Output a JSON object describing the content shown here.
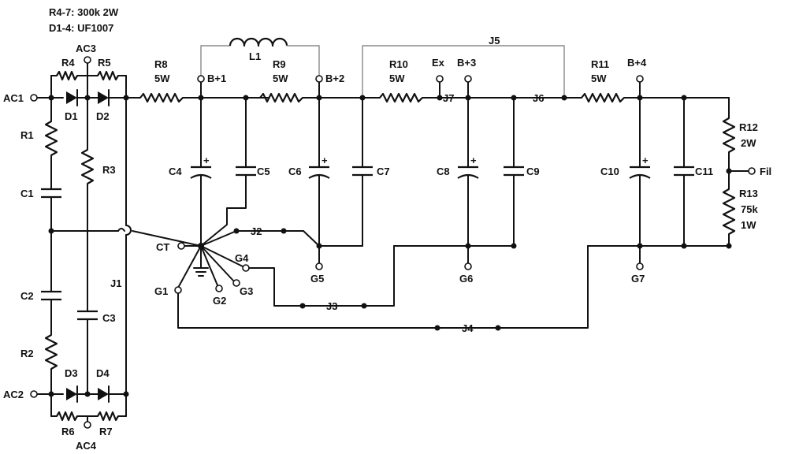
{
  "notes": {
    "line1": "R4-7: 300k 2W",
    "line2": "D1-4: UF1007"
  },
  "labels": {
    "AC1": "AC1",
    "AC2": "AC2",
    "AC3": "AC3",
    "AC4": "AC4",
    "D1": "D1",
    "D2": "D2",
    "D3": "D3",
    "D4": "D4",
    "R1": "R1",
    "R2": "R2",
    "R3": "R3",
    "R4": "R4",
    "R5": "R5",
    "R6": "R6",
    "R7": "R7",
    "R8": "R8",
    "R8v": "5W",
    "R9": "R9",
    "R9v": "5W",
    "R10": "R10",
    "R10v": "5W",
    "R11": "R11",
    "R11v": "5W",
    "R12": "R12",
    "R12v": "2W",
    "R13": "R13",
    "R13v1": "75k",
    "R13v2": "1W",
    "C1": "C1",
    "C2": "C2",
    "C3": "C3",
    "C4": "C4",
    "C5": "C5",
    "C6": "C6",
    "C7": "C7",
    "C8": "C8",
    "C9": "C9",
    "C10": "C10",
    "C11": "C11",
    "L1": "L1",
    "J1": "J1",
    "J2": "J2",
    "J3": "J3",
    "J4": "J4",
    "J5": "J5",
    "J6": "J6",
    "J7": "J7",
    "Bp1": "B+1",
    "Bp2": "B+2",
    "Bp3": "B+3",
    "Bp4": "B+4",
    "Ex": "Ex",
    "Fil": "Fil",
    "CT": "CT",
    "G1": "G1",
    "G2": "G2",
    "G3": "G3",
    "G4": "G4",
    "G5": "G5",
    "G6": "G6",
    "G7": "G7",
    "plus": "+"
  }
}
